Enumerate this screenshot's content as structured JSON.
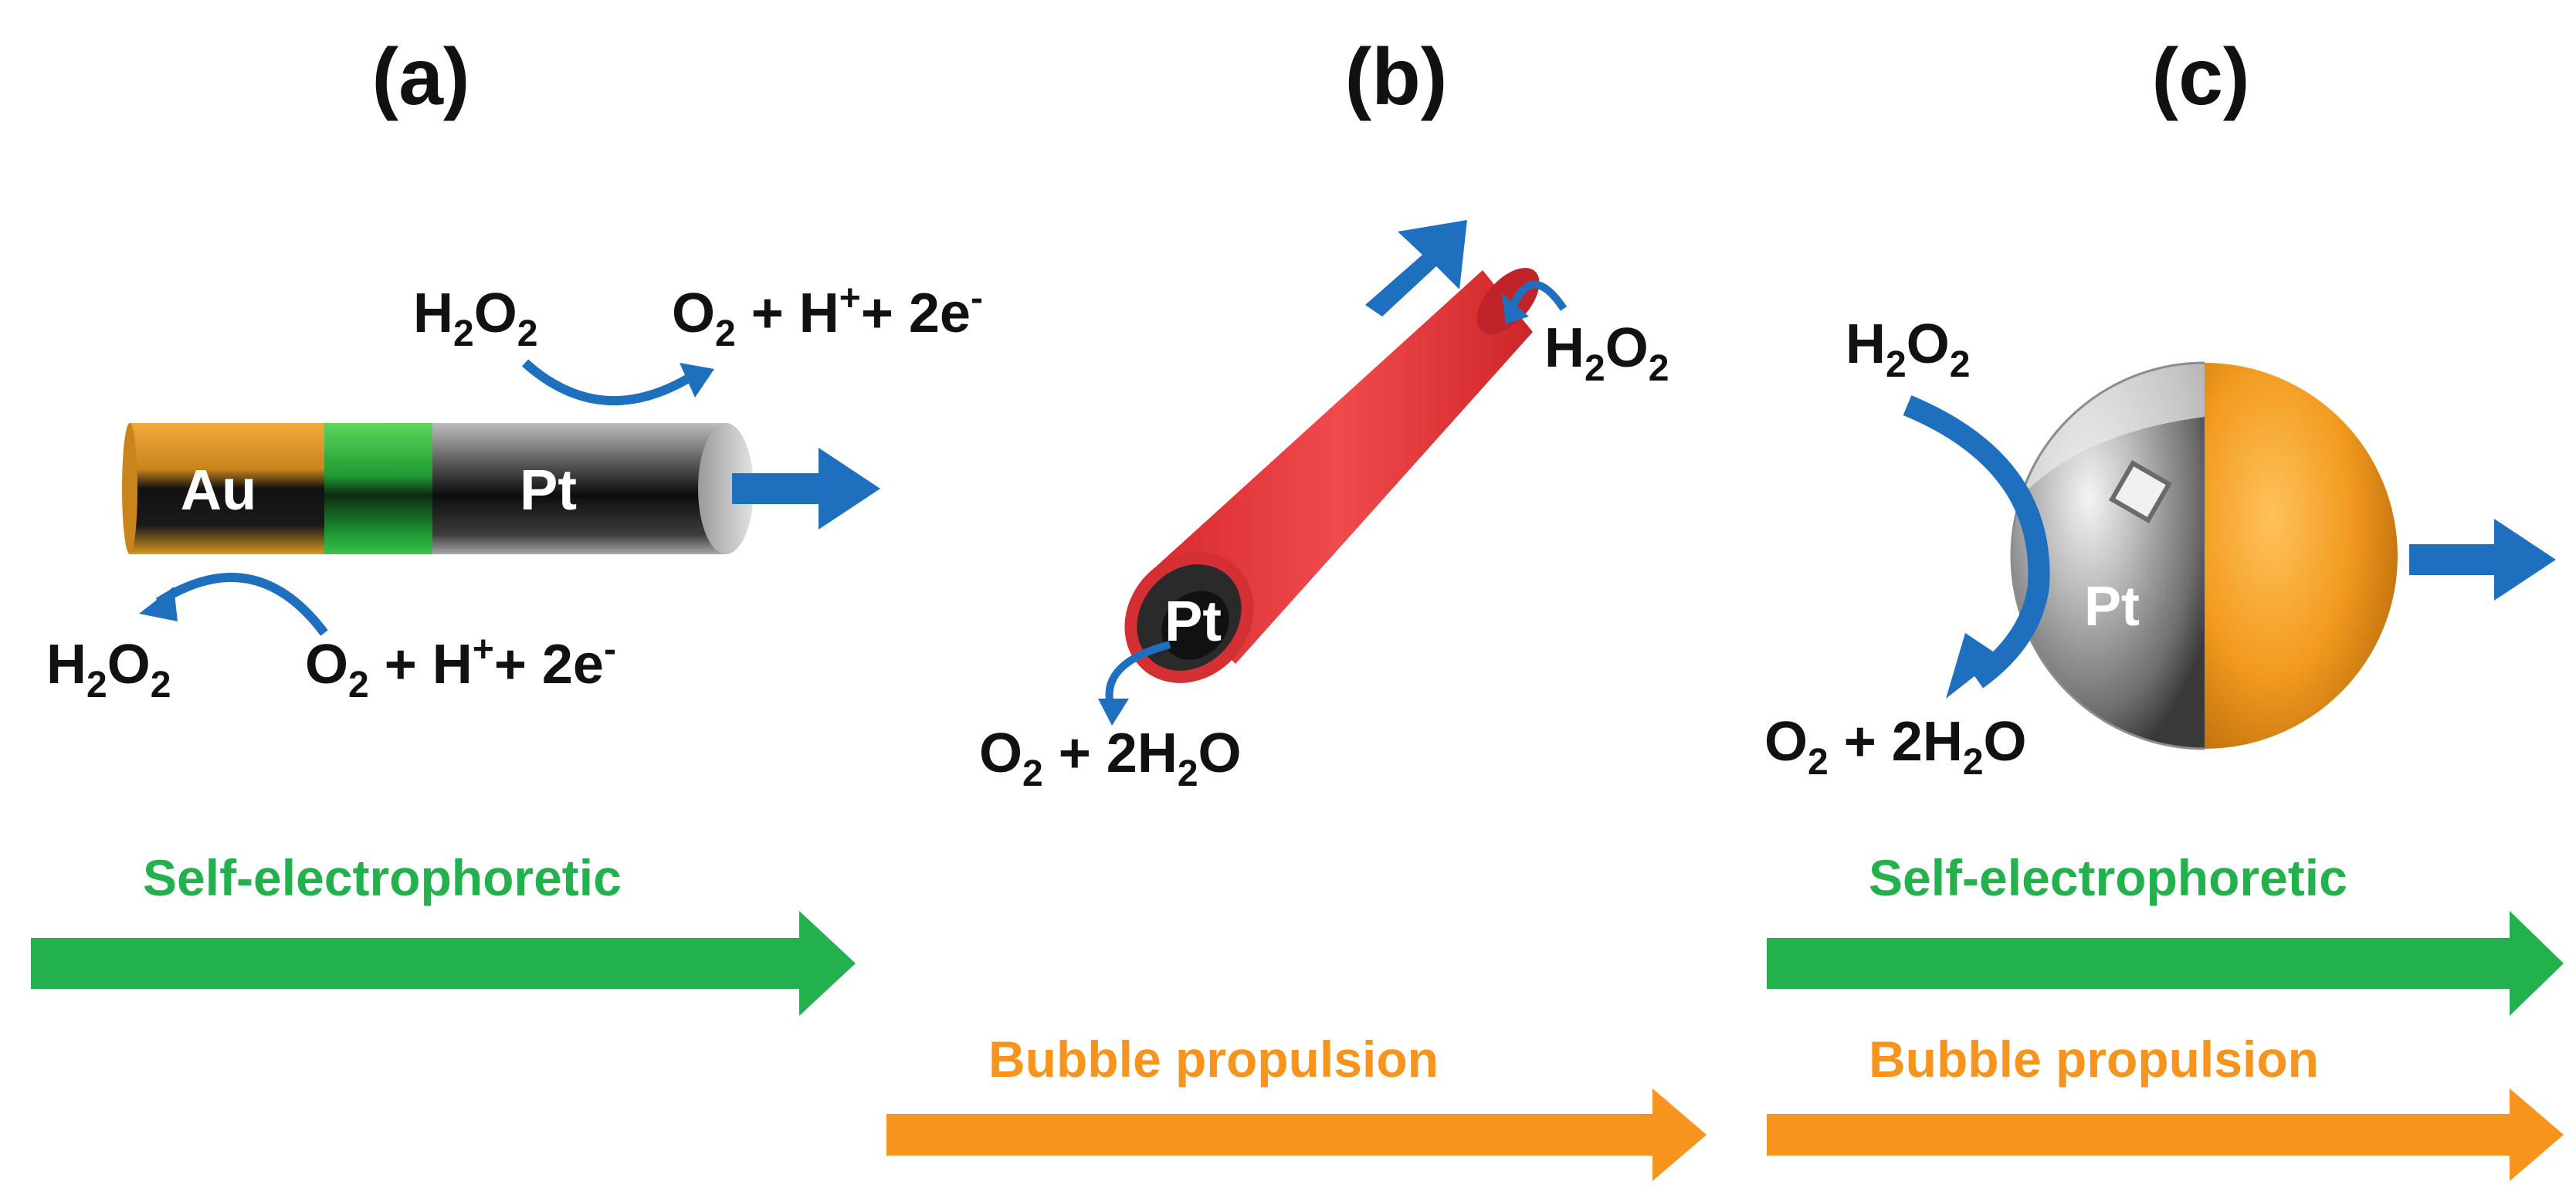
{
  "panels": {
    "a": {
      "label": "(a)",
      "metals": [
        "Au",
        "Pt"
      ],
      "top_reactant": {
        "base": "H",
        "sub1": "2",
        "mid": "O",
        "sub2": "2"
      },
      "top_product": {
        "o": "O",
        "o_sub": "2",
        "plus_h": " + H",
        "sup": "+",
        "tail": "+ 2e",
        "sup2": "-"
      },
      "bottom_reactant": {
        "base": "H",
        "sub1": "2",
        "mid": "O",
        "sub2": "2"
      },
      "bottom_product": {
        "o": "O",
        "o_sub": "2",
        "plus_h": " + H",
        "sup": "+",
        "tail": "+ 2e",
        "sup2": "-"
      }
    },
    "b": {
      "label": "(b)",
      "metal": "Pt",
      "reactant": {
        "base": "H",
        "sub1": "2",
        "mid": "O",
        "sub2": "2"
      },
      "product": {
        "o": "O",
        "o_sub": "2",
        "rest": " + 2H",
        "sub": "2",
        "end": "O"
      }
    },
    "c": {
      "label": "(c)",
      "metal": "Pt",
      "reactant": {
        "base": "H",
        "sub1": "2",
        "mid": "O",
        "sub2": "2"
      },
      "product": {
        "o": "O",
        "o_sub": "2",
        "rest": " + 2H",
        "sub": "2",
        "end": "O"
      }
    }
  },
  "mechanisms": {
    "self_electrophoretic": "Self-electrophoretic",
    "bubble_propulsion": "Bubble propulsion"
  },
  "colors": {
    "motion_arrow": "#1f6fbf",
    "green": "#22b14c",
    "orange": "#f7941d",
    "tube_red": "#e8363a",
    "janus_orange": "#f29a1f"
  }
}
